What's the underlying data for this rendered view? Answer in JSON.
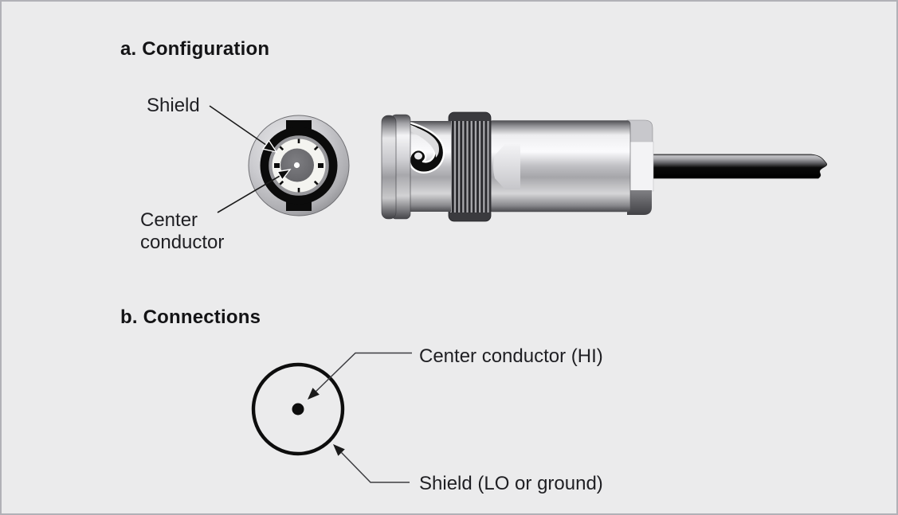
{
  "page": {
    "background_color": "#ebebec",
    "border_color": "#b1b1b7",
    "text_color": "#1f1f23"
  },
  "section_a": {
    "title": "a. Configuration",
    "shield_label": "Shield",
    "center_conductor_label": "Center conductor"
  },
  "section_b": {
    "title": "b. Connections",
    "center_conductor_label": "Center conductor (HI)",
    "shield_label": "Shield (LO or ground)"
  },
  "colors": {
    "line": "#1a1a1a",
    "metal_light": "#f5f5f7",
    "metal_mid": "#a8a8ac",
    "metal_dark": "#4a4a4e",
    "knurl_dark": "#29292d",
    "insulator_white": "#f4f4f0",
    "inner_conductor_gray": "#6a6a6e"
  }
}
